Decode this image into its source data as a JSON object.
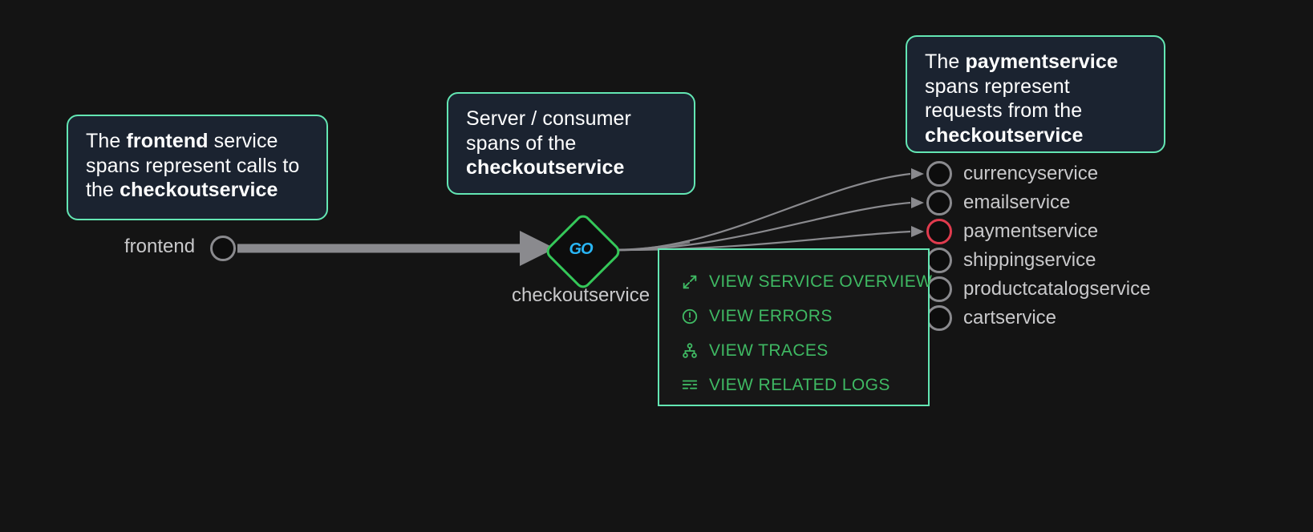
{
  "canvas": {
    "background": "#141414",
    "accent_green": "#63e6b3",
    "menu_green": "#3fb963",
    "node_green": "#35c759",
    "error_red": "#e03b4e",
    "edge_gray": "#8a8a8e",
    "callout_bg": "#1b2330",
    "label_gray": "#c9c9cb",
    "go_blue": "#29b6f6"
  },
  "callouts": [
    {
      "name": "frontend-callout",
      "parts": [
        {
          "text": "The ",
          "bold": false
        },
        {
          "text": "frontend",
          "bold": true
        },
        {
          "text": " service spans represent calls to the ",
          "bold": false
        },
        {
          "text": "checkoutservice",
          "bold": true
        }
      ]
    },
    {
      "name": "checkout-callout",
      "parts": [
        {
          "text": "Server / consumer spans of the ",
          "bold": false
        },
        {
          "text": "checkoutservice",
          "bold": true
        }
      ]
    },
    {
      "name": "payment-callout",
      "parts": [
        {
          "text": "The ",
          "bold": false
        },
        {
          "text": "paymentservice",
          "bold": true
        },
        {
          "text": " spans represent requests from the ",
          "bold": false
        },
        {
          "text": "checkoutservice",
          "bold": true
        }
      ]
    }
  ],
  "graph": {
    "source_node": {
      "label": "frontend",
      "status": "normal"
    },
    "center_node": {
      "label": "checkoutservice",
      "language_icon": "go",
      "language_text": "GO",
      "shape": "diamond",
      "status": "normal"
    },
    "downstream_services": [
      {
        "label": "currencyservice",
        "status": "normal",
        "has_arrow": true
      },
      {
        "label": "emailservice",
        "status": "normal",
        "has_arrow": true
      },
      {
        "label": "paymentservice",
        "status": "error",
        "has_arrow": true
      },
      {
        "label": "shippingservice",
        "status": "normal",
        "has_arrow": false
      },
      {
        "label": "productcatalogservice",
        "status": "normal",
        "has_arrow": false
      },
      {
        "label": "cartservice",
        "status": "normal",
        "has_arrow": false
      }
    ]
  },
  "context_menu": {
    "items": [
      {
        "icon": "expand-arrows-icon",
        "label": "VIEW SERVICE OVERVIEW"
      },
      {
        "icon": "error-circle-icon",
        "label": "VIEW ERRORS"
      },
      {
        "icon": "traces-hierarchy-icon",
        "label": "VIEW TRACES"
      },
      {
        "icon": "logs-list-icon",
        "label": "VIEW RELATED LOGS"
      }
    ]
  }
}
